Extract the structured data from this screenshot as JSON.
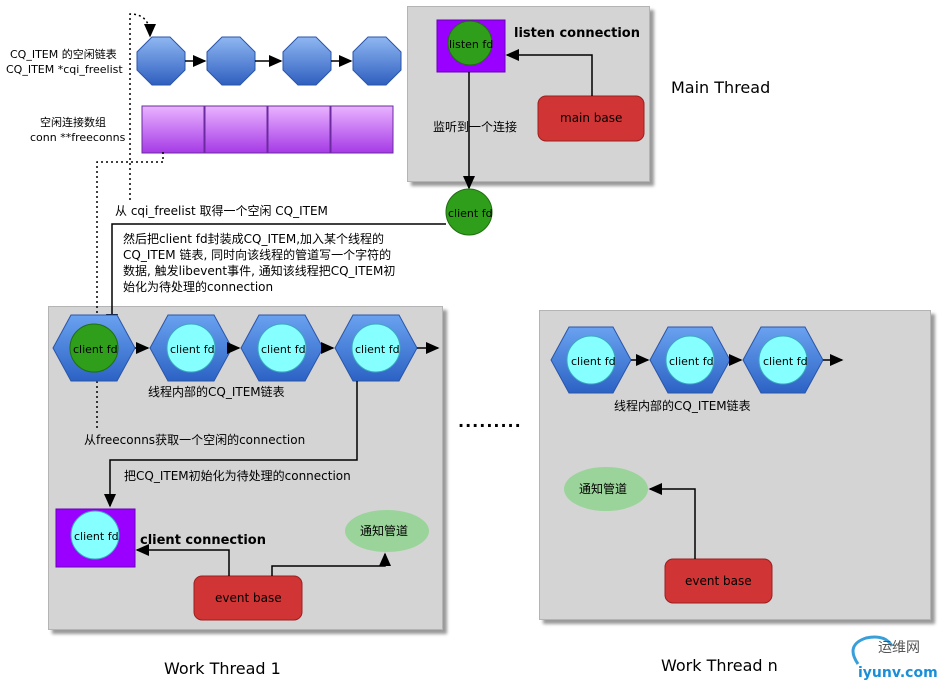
{
  "left_labels": {
    "freelist_l1": "CQ_ITEM 的空闲链表",
    "freelist_l2": "CQ_ITEM *cqi_freelist",
    "freeconns_l1": "空闲连接数组",
    "freeconns_l2": "conn **freeconns"
  },
  "main": {
    "listen_fd": "listen fd",
    "listen_connection": "listen connection",
    "main_base": "main base",
    "title": "Main Thread",
    "listen_step": "监听到一个连接"
  },
  "flow": {
    "client_fd": "client fd",
    "take_item": "从 cqi_freelist 取得一个空闲 CQ_ITEM",
    "wrap_l1": "然后把client fd封装成CQ_ITEM,加入某个线程的",
    "wrap_l2": "CQ_ITEM 链表, 同时向该线程的管道写一个字符的",
    "wrap_l3": "数据, 触发libevent事件, 通知该线程把CQ_ITEM初",
    "wrap_l4": "始化为待处理的connection"
  },
  "work1": {
    "client_fd": "client fd",
    "list_label": "线程内部的CQ_ITEM链表",
    "get_conn": "从freeconns获取一个空闲的connection",
    "init_conn": "把CQ_ITEM初始化为待处理的connection",
    "client_connection": "client connection",
    "notify_pipe": "通知管道",
    "event_base": "event base",
    "title": "Work Thread 1"
  },
  "ellipsis": ".........",
  "workn": {
    "client_fd": "client fd",
    "list_label": "线程内部的CQ_ITEM链表",
    "notify_pipe": "通知管道",
    "event_base": "event base",
    "title": "Work Thread n"
  },
  "watermark": {
    "cn": "运维网",
    "domain": "iyunv.com"
  },
  "colors": {
    "panel": "#d4d4d4",
    "octagon": "#4a7fd4",
    "hexagon": "#4a86df",
    "cyan": "#85ffff",
    "green_fd": "#2f9e1a",
    "purple": "#9900ff",
    "freeconn_cell": "#cc66ff",
    "red_base": "#d13434",
    "pipe_green": "#9ad49a"
  }
}
